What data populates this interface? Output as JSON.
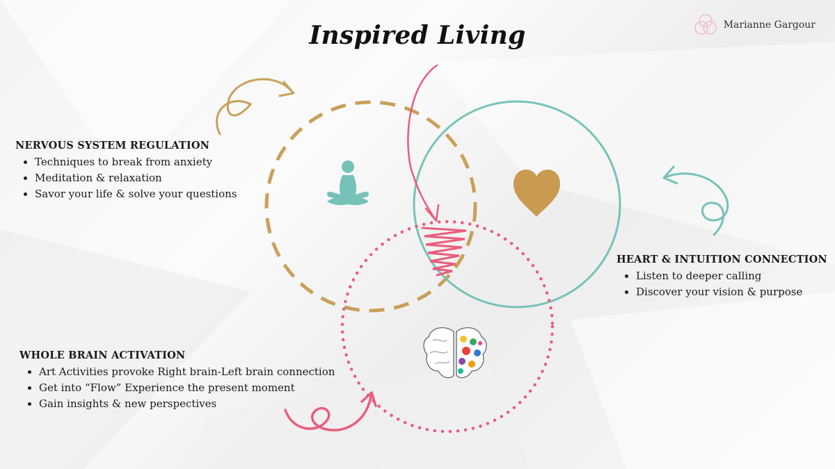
{
  "title": "Inspired Living",
  "brand": {
    "name": "Marianne Gargour",
    "logo_icon": "three-rings-logo-icon"
  },
  "colors": {
    "gold": "#c9a05a",
    "teal": "#76c2b8",
    "pink": "#e85d7c",
    "heart": "#c89a52"
  },
  "sections": [
    {
      "heading": "NERVOUS SYSTEM REGULATION",
      "items": [
        "Techniques to break from anxiety",
        "Meditation & relaxation",
        "Savor your life &  solve your questions"
      ]
    },
    {
      "heading": "HEART & INTUITION CONNECTION",
      "items": [
        "Listen to deeper calling",
        "Discover your vision & purpose"
      ]
    },
    {
      "heading": "WHOLE BRAIN ACTIVATION",
      "items": [
        "Art Activities provoke Right brain-Left brain connection",
        "Get into “Flow” Experience the present moment",
        "Gain insights & new perspectives"
      ]
    }
  ],
  "icons": {
    "meditation": "meditation-figure-icon",
    "heart": "heart-icon",
    "brain": "colorful-brain-icon",
    "scribble": "pink-scribble-center"
  }
}
